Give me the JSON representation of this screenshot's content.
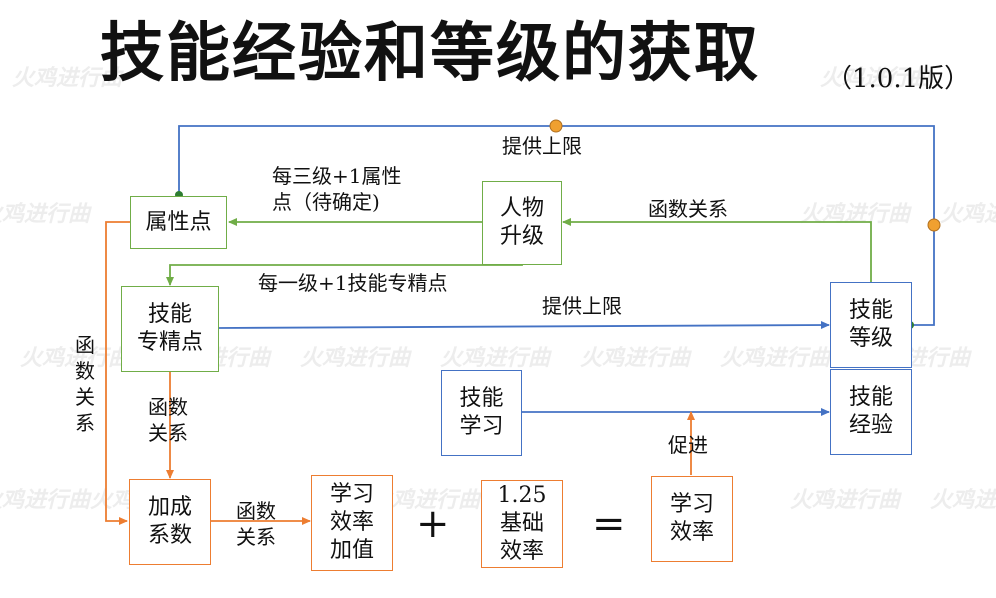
{
  "title": "技能经验和等级的获取",
  "version": "（1.0.1版）",
  "watermark": "火鸡进行曲",
  "colors": {
    "green": "#70ad47",
    "orange": "#ed7d31",
    "blue": "#4472c4"
  },
  "boxes": {
    "attribute_points": "属性点",
    "character_levelup": "人物\n升级",
    "skill_specialization": "技能\n专精点",
    "skill_level": "技能\n等级",
    "skill_learning": "技能\n学习",
    "skill_experience": "技能\n经验",
    "bonus_coefficient": "加成\n系数",
    "learn_efficiency_bonus": "学习\n效率\n加值",
    "base_efficiency": "1.25\n基础\n效率",
    "learn_efficiency": "学习\n效率"
  },
  "labels": {
    "provide_cap_top": "提供上限",
    "per_three_levels": "每三级+1属性\n点（待确定)",
    "function_relation_top": "函数关系",
    "per_level": "每一级+1技能专精点",
    "provide_cap_mid": "提供上限",
    "function_relation_left": "函\n数\n关\n系",
    "function_relation_mid": "函数\n关系",
    "function_relation_bottom": "函数\n关系",
    "promote": "促进"
  },
  "operators": {
    "plus": "+",
    "equals": "="
  }
}
